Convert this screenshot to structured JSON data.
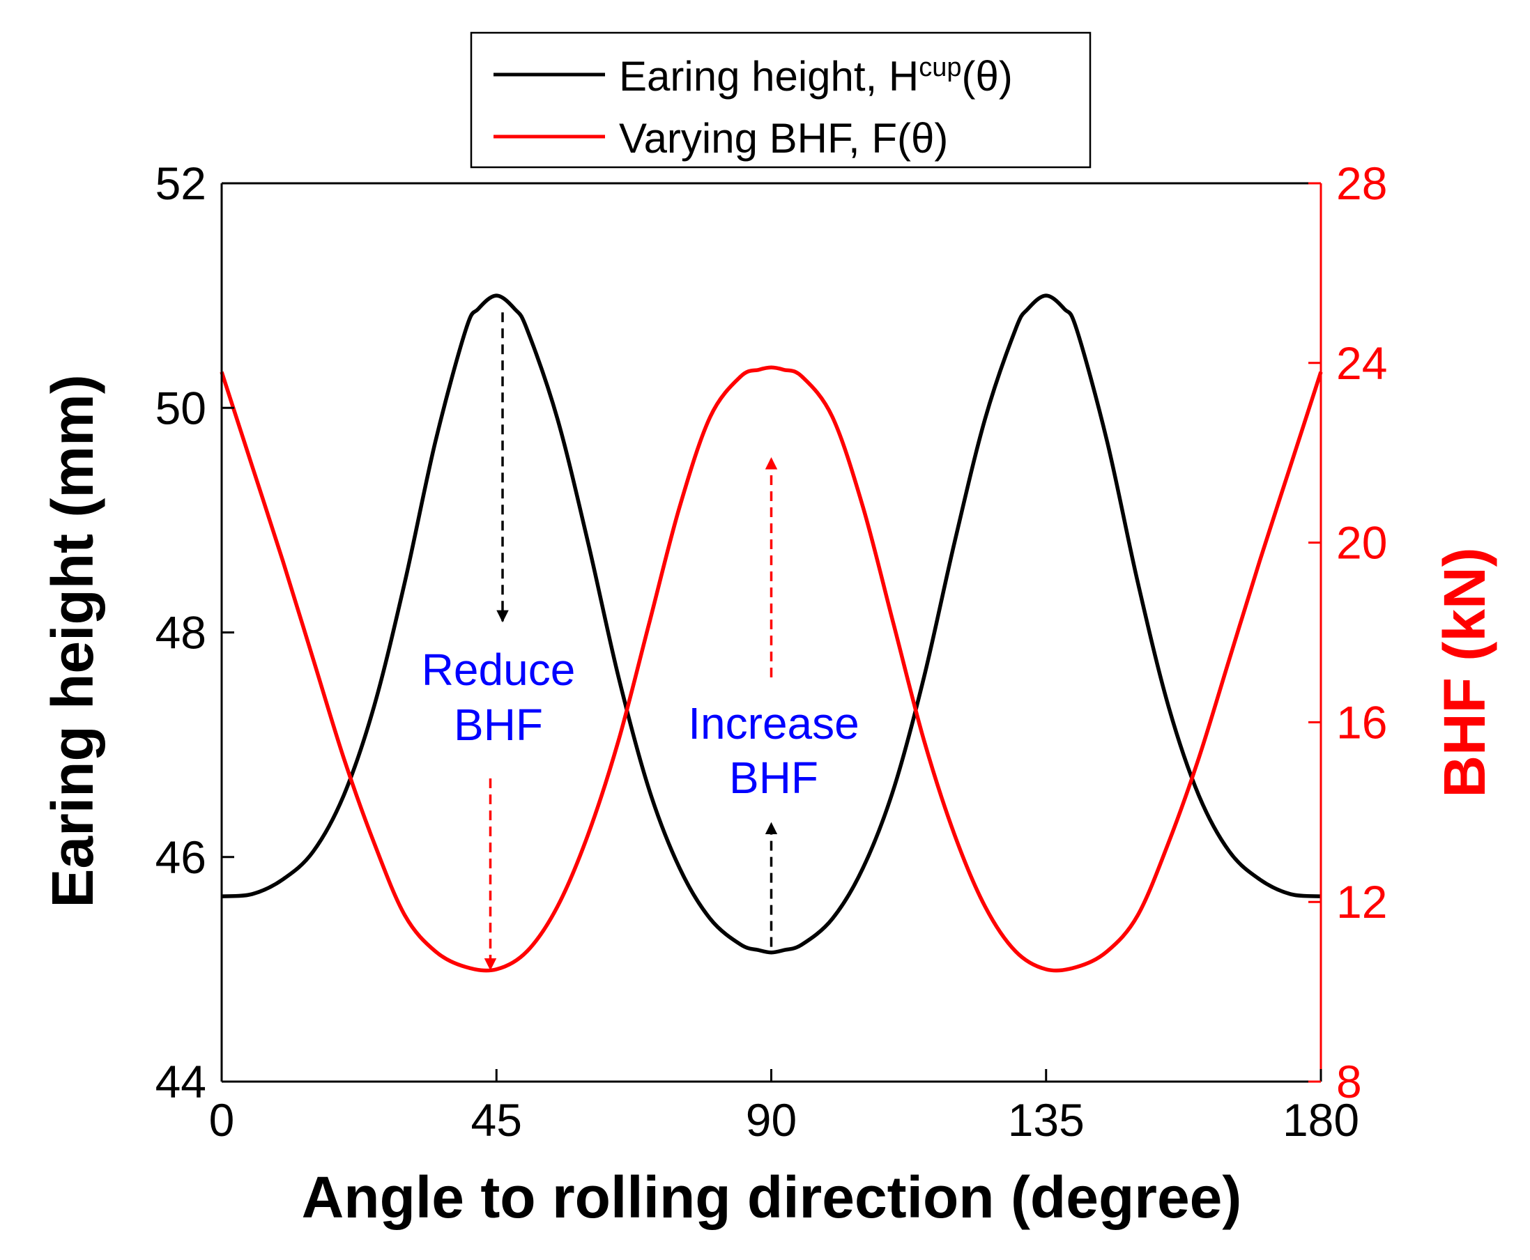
{
  "chart_data": {
    "type": "line",
    "xlabel": "Angle to rolling direction (degree)",
    "ylabel_left": "Earing height (mm)",
    "ylabel_right": "BHF (kN)",
    "xlim": [
      0,
      180
    ],
    "ylim_left": [
      44,
      52
    ],
    "ylim_right": [
      8,
      28
    ],
    "xticks": [
      0,
      45,
      90,
      135,
      180
    ],
    "yticks_left": [
      44,
      46,
      48,
      50,
      52
    ],
    "yticks_right": [
      8,
      12,
      16,
      20,
      24,
      28
    ],
    "grid": false,
    "legend_position": "top-center-outside",
    "legend": {
      "h_prefix": "Earing height, H",
      "h_sup": "cup",
      "h_suffix": "(θ)",
      "f_label": "Varying BHF, F(θ)"
    },
    "series": [
      {
        "name": "Earing height, H^cup(θ)",
        "axis": "left",
        "color": "#000000",
        "x": [
          0,
          5,
          10,
          15,
          20,
          25,
          30,
          35,
          40,
          42,
          45,
          48,
          50,
          55,
          60,
          65,
          70,
          75,
          80,
          85,
          88,
          90,
          92,
          95,
          100,
          105,
          110,
          115,
          120,
          125,
          130,
          132,
          135,
          138,
          140,
          145,
          150,
          155,
          160,
          165,
          170,
          175,
          180
        ],
        "y": [
          45.65,
          45.67,
          45.8,
          46.05,
          46.55,
          47.35,
          48.45,
          49.7,
          50.7,
          50.88,
          51.0,
          50.88,
          50.7,
          49.9,
          48.8,
          47.6,
          46.6,
          45.9,
          45.45,
          45.22,
          45.17,
          45.15,
          45.17,
          45.22,
          45.45,
          45.9,
          46.6,
          47.6,
          48.8,
          49.9,
          50.7,
          50.88,
          51.0,
          50.88,
          50.7,
          49.7,
          48.45,
          47.35,
          46.55,
          46.05,
          45.8,
          45.67,
          45.65
        ]
      },
      {
        "name": "Varying BHF, F(θ)",
        "axis": "right",
        "color": "#ff0000",
        "x": [
          0,
          5,
          10,
          15,
          20,
          25,
          30,
          35,
          40,
          45,
          50,
          55,
          60,
          65,
          70,
          75,
          80,
          85,
          88,
          90,
          92,
          95,
          100,
          105,
          110,
          115,
          120,
          125,
          130,
          135,
          140,
          145,
          150,
          155,
          160,
          165,
          170,
          175,
          180
        ],
        "y": [
          23.8,
          21.7,
          19.6,
          17.4,
          15.2,
          13.3,
          11.7,
          10.9,
          10.55,
          10.5,
          10.9,
          11.9,
          13.5,
          15.6,
          18.2,
          20.8,
          22.8,
          23.7,
          23.85,
          23.9,
          23.85,
          23.7,
          22.8,
          20.8,
          18.2,
          15.6,
          13.5,
          11.9,
          10.9,
          10.5,
          10.55,
          10.9,
          11.7,
          13.3,
          15.2,
          17.4,
          19.6,
          21.7,
          23.8
        ]
      }
    ],
    "annotations": {
      "reduce_line1": "Reduce",
      "reduce_line2": "BHF",
      "increase_line1": "Increase",
      "increase_line2": "BHF"
    },
    "arrows": [
      {
        "color": "#000000",
        "x": 46,
        "axis": "left",
        "from": 50.85,
        "to": 48.1
      },
      {
        "color": "#ff0000",
        "x": 44,
        "axis": "left",
        "from": 46.7,
        "to": 45.0
      },
      {
        "color": "#ff0000",
        "x": 90,
        "axis": "left",
        "from": 47.6,
        "to": 49.55
      },
      {
        "color": "#000000",
        "x": 90,
        "axis": "left",
        "from": 45.2,
        "to": 46.3
      }
    ]
  }
}
